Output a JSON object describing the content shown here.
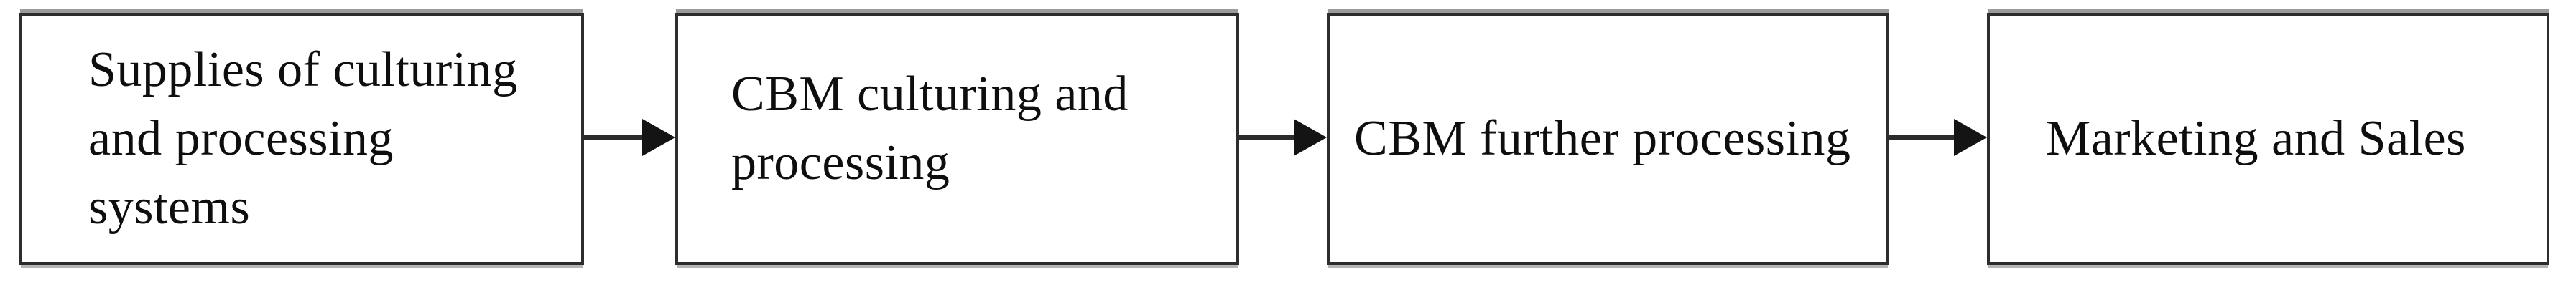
{
  "flowchart": {
    "type": "process-flow",
    "direction": "left-to-right",
    "boxes": [
      {
        "id": "supplies",
        "label": "Supplies of culturing\nand processing\nsystems"
      },
      {
        "id": "cbm-culturing",
        "label": "CBM culturing and\nprocessing"
      },
      {
        "id": "cbm-further-processing",
        "label": "CBM further processing"
      },
      {
        "id": "marketing-sales",
        "label": "Marketing and Sales"
      }
    ],
    "arrows": [
      {
        "from": "supplies",
        "to": "cbm-culturing",
        "direction": "right"
      },
      {
        "from": "cbm-culturing",
        "to": "cbm-further-processing",
        "direction": "right"
      },
      {
        "from": "cbm-further-processing",
        "to": "marketing-sales",
        "direction": "right"
      }
    ],
    "colors": {
      "background": "#ffffff",
      "box_border": "#2d2d2d",
      "text": "#0e0e0e",
      "arrow": "#141414"
    }
  }
}
